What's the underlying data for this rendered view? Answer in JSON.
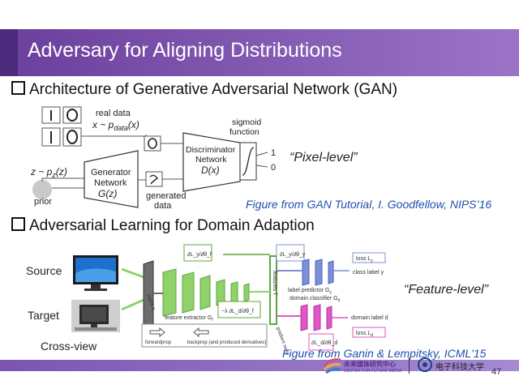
{
  "slide": {
    "title": "Adversary for Aligning Distributions",
    "page_number": "47"
  },
  "section1": {
    "heading": "Architecture of Generative Adversarial Network (GAN)",
    "real_data_label": "real data",
    "real_data_formula": "x ~ p",
    "real_data_subscript": "data",
    "real_data_arg": "(x)",
    "noise_formula": "z ~ p",
    "noise_subscript": "z",
    "noise_arg": "(z)",
    "prior_label": "prior",
    "generator_line1": "Generator",
    "generator_line2": "Network",
    "generator_fn": "G(z)",
    "generated_line1": "generated",
    "generated_line2": "data",
    "discriminator_line1": "Discriminator",
    "discriminator_line2": "Network",
    "discriminator_fn": "D(x)",
    "sigmoid_line1": "sigmoid",
    "sigmoid_line2": "function",
    "output_1": "1",
    "output_0": "0",
    "quote": "“Pixel-level”",
    "citation": "Figure from GAN Tutorial, I. Goodfellow, NIPS’16"
  },
  "section2": {
    "heading": "Adversarial Learning for Domain Adaption",
    "source_label": "Source",
    "target_label": "Target",
    "crossview_label": "Cross-view",
    "input_label": "input x",
    "features_label": "features f",
    "feature_extractor": "feature extractor G",
    "feature_extractor_sub": "f",
    "feature_extractor_arg": "(·;θ",
    "label_predictor": "label predictor G",
    "label_predictor_sub": "y",
    "domain_classifier": "domain classifier G",
    "domain_classifier_sub": "d",
    "grl_label": "gradient reversal layer",
    "loss_y": "loss L",
    "loss_y_sub": "y",
    "loss_d": "loss L",
    "loss_d_sub": "d",
    "class_label": "class label y",
    "domain_label": "domain label d",
    "forwardprop": "forwardprop",
    "backprop": "backprop (and produced derivatives)",
    "grad_y_wrt_y": "∂L_y/∂θ_y",
    "grad_y_wrt_f": "∂L_y/∂θ_f",
    "grad_d_wrt_f": "−λ ∂L_d/∂θ_f",
    "grad_d_wrt_d": "∂L_d/∂θ_d",
    "quote": "“Feature-level”",
    "citation": "Figure from Ganin & Lempitsky, ICML'15"
  },
  "footer": {
    "logo1_cn": "未来媒体研究中心",
    "logo1_en": "CENTER FOR FUTURE MEDIA",
    "logo2_cn": "电子科技大学"
  },
  "colors": {
    "title_bar": "#7b55b0",
    "citation": "#1f4fb0",
    "green_block": "#8fd16b",
    "blue_block": "#7c90d8",
    "pink_block": "#e056c6"
  }
}
